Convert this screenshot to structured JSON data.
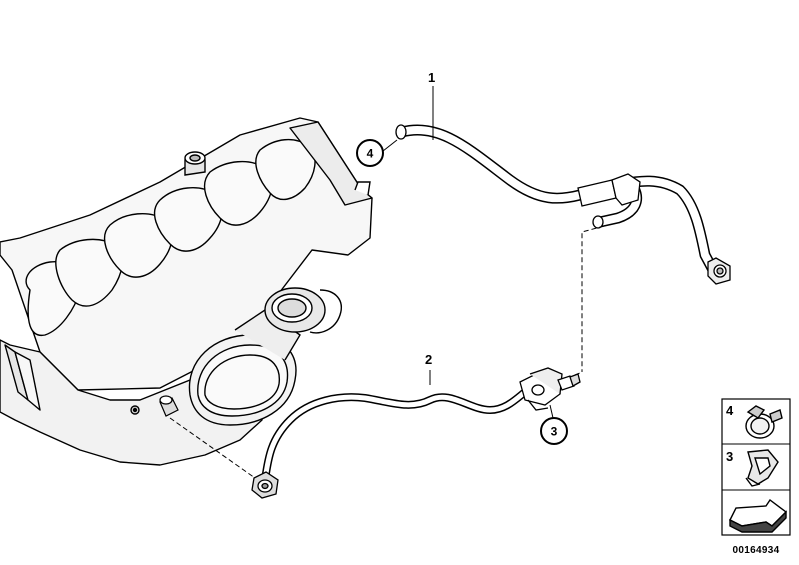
{
  "parts": {
    "p1": {
      "label": "1"
    },
    "p2": {
      "label": "2"
    },
    "p3": {
      "label": "3"
    },
    "p4": {
      "label": "4"
    }
  },
  "legend": {
    "items": [
      {
        "number": "4",
        "icon": "hose-clamp-icon"
      },
      {
        "number": "3",
        "icon": "holder-clip-icon"
      },
      {
        "number": "",
        "icon": "gasket-shim-icon"
      }
    ]
  },
  "doc": {
    "id": "00164934"
  },
  "colors": {
    "line": "#000000",
    "shade": "#ececec",
    "legend_bg": "#f2f2f2"
  }
}
